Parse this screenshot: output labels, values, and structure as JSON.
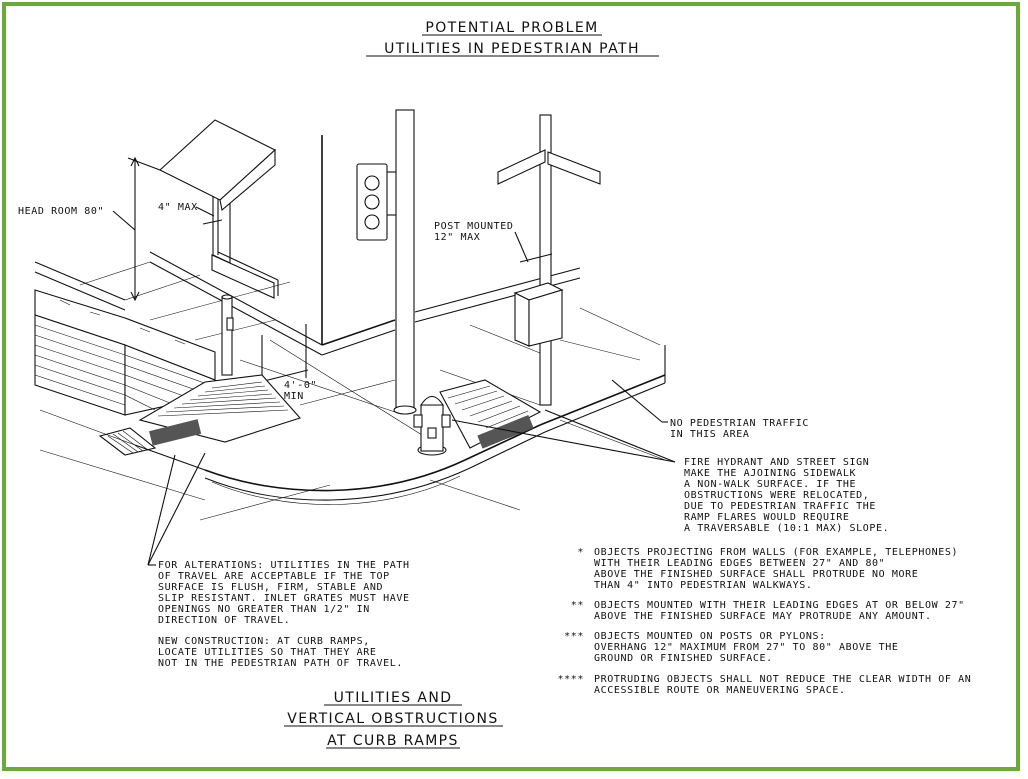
{
  "title": {
    "line1": "POTENTIAL PROBLEM",
    "line2": "UTILITIES IN PEDESTRIAN PATH"
  },
  "callouts": {
    "head_room": "HEAD ROOM 80\"",
    "four_max": "4\" MAX",
    "post_mounted_1": "POST MOUNTED",
    "post_mounted_2": "12\" MAX",
    "four_foot_1": "4'-0\"",
    "four_foot_2": "MIN",
    "no_ped_1": "NO PEDESTRIAN TRAFFIC",
    "no_ped_2": "IN THIS AREA",
    "fire_hydrant": [
      "FIRE HYDRANT AND STREET SIGN",
      "MAKE THE AJOINING SIDEWALK",
      "A NON-WALK SURFACE. IF THE",
      "OBSTRUCTIONS WERE RELOCATED,",
      "DUE TO PEDESTRIAN TRAFFIC THE",
      "RAMP FLARES WOULD REQUIRE",
      "A TRAVERSABLE (10:1 MAX) SLOPE."
    ]
  },
  "alterations": [
    "FOR ALTERATIONS: UTILITIES IN THE PATH",
    "OF TRAVEL ARE ACCEPTABLE IF THE TOP",
    "SURFACE IS FLUSH, FIRM, STABLE AND",
    "SLIP RESISTANT. INLET GRATES MUST HAVE",
    "OPENINGS NO GREATER THAN 1/2\" IN",
    "DIRECTION OF TRAVEL."
  ],
  "new_construction": [
    "NEW CONSTRUCTION: AT CURB RAMPS,",
    "LOCATE UTILITIES SO THAT THEY ARE",
    "NOT IN THE PEDESTRIAN PATH OF TRAVEL."
  ],
  "notes": [
    {
      "marker": "*",
      "lines": [
        "OBJECTS PROJECTING FROM WALLS (FOR EXAMPLE, TELEPHONES)",
        "WITH THEIR LEADING EDGES BETWEEN 27\" AND 80\"",
        "ABOVE THE FINISHED SURFACE SHALL PROTRUDE NO MORE",
        "THAN 4\" INTO PEDESTRIAN WALKWAYS."
      ]
    },
    {
      "marker": "**",
      "lines": [
        "OBJECTS MOUNTED WITH THEIR LEADING EDGES AT OR BELOW 27\"",
        "ABOVE THE FINISHED SURFACE MAY PROTRUDE ANY AMOUNT."
      ]
    },
    {
      "marker": "***",
      "lines": [
        "OBJECTS MOUNTED ON POSTS OR PYLONS:",
        "OVERHANG 12\" MAXIMUM FROM 27\" TO 80\" ABOVE THE",
        "GROUND OR FINISHED SURFACE."
      ]
    },
    {
      "marker": "****",
      "lines": [
        "PROTRUDING OBJECTS SHALL NOT REDUCE THE CLEAR WIDTH OF AN",
        "ACCESSIBLE ROUTE OR MANEUVERING SPACE."
      ]
    }
  ],
  "bottom_title": {
    "line1": "UTILITIES AND",
    "line2": "VERTICAL OBSTRUCTIONS",
    "line3": "AT CURB RAMPS"
  },
  "colors": {
    "frame": "#6aaa3a",
    "ink": "#111111"
  }
}
